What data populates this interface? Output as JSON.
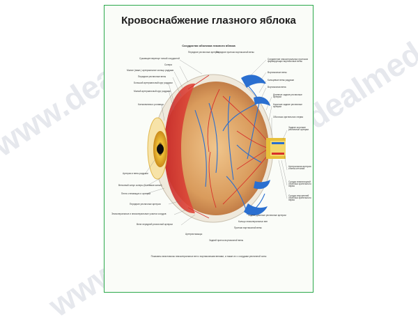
{
  "title": "Кровоснабжение глазного яблока",
  "subtitle": "Сосудистая оболочка глазного яблока",
  "footnote": "Показаны анастомозы эписклеральных вен с вортикозными венами, а также их с сосудами ресничной зоны",
  "brand": "",
  "watermark": "www.dealmed.ru",
  "labels_top": [
    "Передние ресничные артерии",
    "Передние притоки вортикозной вены"
  ],
  "labels_left": [
    "Сужающее веренце тонкой сосудистой",
    "Склера",
    "Малое (нижн.) артериальное кольцо радужки",
    "Передние ресничные вены",
    "Большой артериальный круг радужки",
    "Малый артериальный круг радужки",
    "Конъюнктива и роговица",
    "Артерии и вены радужки",
    "Венозный синус склеры (Шлеммов канал)",
    "Петля стенающих и артерий",
    "Передние ресничные артерии",
    "Эписклеральные и эписклеральные участки сосудов",
    "Вене передней ресничной артерии"
  ],
  "labels_right": [
    "Соединение эписклеральных притоков формирующих вортикозные вены",
    "Вортикозные вены",
    "Кольцевые вены радужки",
    "Вортикозная вена",
    "Длинные задние ресничные артерии",
    "Короткие задние ресничные артерии",
    "Оболочки зрительного нерва",
    "Задние короткие ресничные артерии",
    "Центральная артерия и вена сетчатки",
    "Сосуды влагалищной оболочки зрительного нерва",
    "Сосуды внутренней оболочки зрительного нерва"
  ],
  "labels_bottom": [
    "Задние длинные ресничные артерии",
    "Кольцо эписклеральных вен",
    "Притоки вортикозной вены",
    "Задний приток вортикозной вены",
    "Артерия мышцы"
  ],
  "colors": {
    "frame": "#2aa84a",
    "artery": "#d8302a",
    "vein": "#2a6fd0",
    "choroid": "#d9a36b",
    "iris": "#e8b22a",
    "sclera": "#f0ece4"
  }
}
